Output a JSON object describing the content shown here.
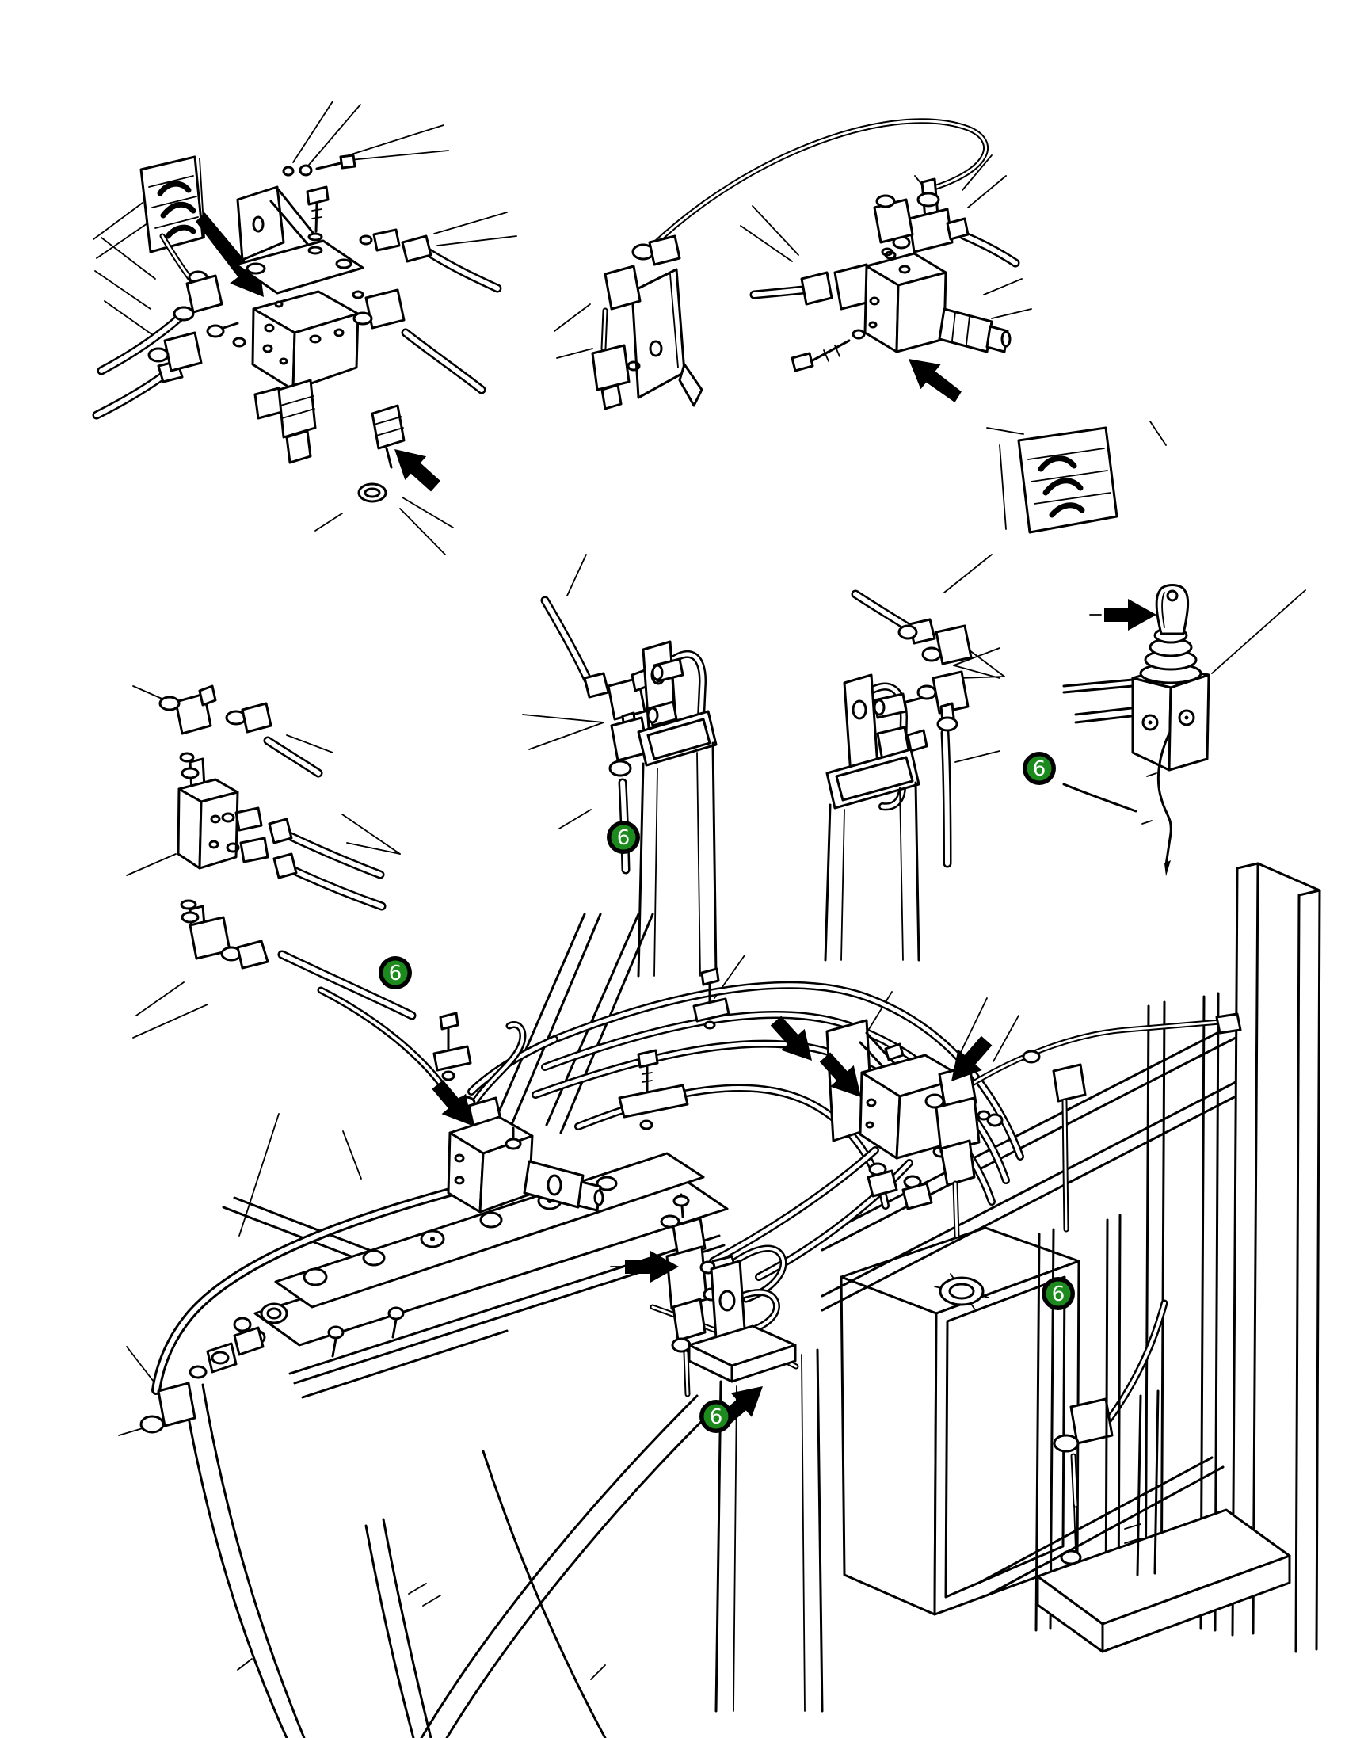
{
  "figure": {
    "type": "exploded-parts-diagram",
    "colors": {
      "background": "#ffffff",
      "line": "#000000",
      "badge_fill": "#1c8a1c",
      "badge_ring": "#000000",
      "badge_text": "#ffffff"
    },
    "callouts": [
      {
        "id": "callout-cylinder-1",
        "label": "6"
      },
      {
        "id": "callout-branch-valve",
        "label": "6"
      },
      {
        "id": "callout-cylinder-2",
        "label": "6"
      },
      {
        "id": "callout-tank-rail",
        "label": "6"
      },
      {
        "id": "callout-cylinder-mount",
        "label": "6"
      }
    ],
    "pointer_arrows": [
      {
        "id": "arrow-inset-to-manifold",
        "direction": "down-right"
      },
      {
        "id": "arrow-oring-detail",
        "direction": "up-left"
      },
      {
        "id": "arrow-inset-to-valve",
        "direction": "up-left"
      },
      {
        "id": "arrow-joystick",
        "direction": "right"
      },
      {
        "id": "arrow-solenoid-valve",
        "direction": "down-right"
      },
      {
        "id": "arrow-bracket-valve",
        "direction": "down-right"
      },
      {
        "id": "arrow-tee-fitting",
        "direction": "down-right"
      },
      {
        "id": "arrow-right-valve",
        "direction": "down-left"
      },
      {
        "id": "arrow-inline-valve",
        "direction": "right"
      },
      {
        "id": "arrow-cylinder-mount",
        "direction": "up-right"
      }
    ]
  }
}
